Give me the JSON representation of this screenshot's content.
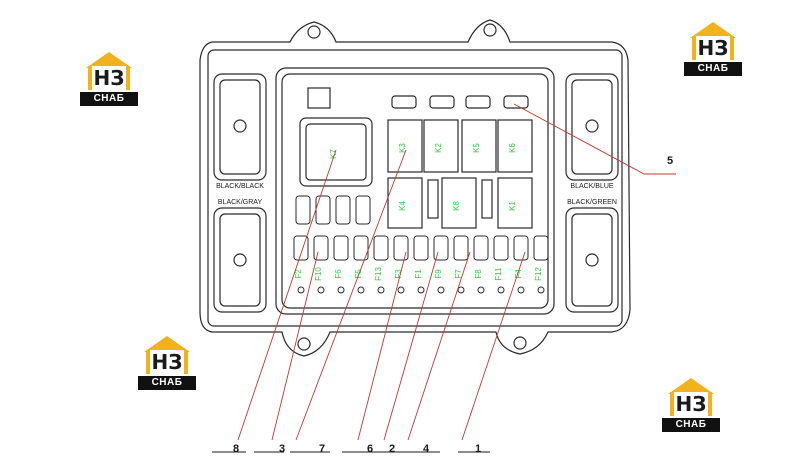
{
  "logo": {
    "mark": "НЗ",
    "subtitle": "СНАБ"
  },
  "connectors": {
    "top_left": "BLACK/BLACK",
    "bottom_left": "BLACK/GRAY",
    "top_right": "BLACK/BLUE",
    "bottom_right": "BLACK/GREEN"
  },
  "callouts": [
    "8",
    "3",
    "7",
    "6",
    "2",
    "4",
    "1",
    "5"
  ],
  "fuse_labels": [
    "F2",
    "F10",
    "F6",
    "F5",
    "F13",
    "F3",
    "F1",
    "F9",
    "F7",
    "F8",
    "F11",
    "F4",
    "F12"
  ],
  "relay_labels": [
    "K7",
    "K3",
    "K2",
    "K5",
    "K6",
    "K4",
    "K8",
    "K1"
  ],
  "colors": {
    "line": "#2a2a2a",
    "accent": "#2ecc40",
    "leader": "#c0392b",
    "logo_gold": "#f2b21c"
  }
}
